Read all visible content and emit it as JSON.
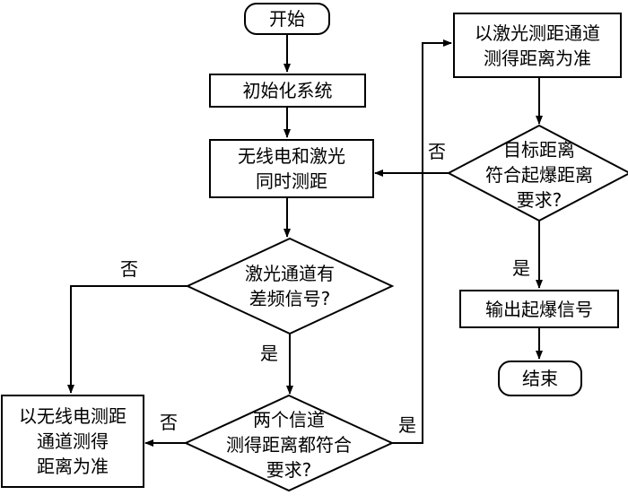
{
  "nodes": {
    "start": "开始",
    "init": "初始化系统",
    "measure": "无线电和激光\n同时测距",
    "laser_signal_q": "激光通道有\n差频信号?",
    "radio_result": "以无线电测距\n通道测得\n距离为准",
    "both_ok_q": "两个信道\n测得距离都符合\n要求?",
    "laser_result": "以激光测距通道\n测得距离为准",
    "target_q": "目标距离\n符合起爆距离\n要求?",
    "output": "输出起爆信号",
    "end": "结束"
  },
  "edges": {
    "no_laser_signal": "否",
    "yes_laser_signal": "是",
    "no_both_ok": "否",
    "yes_both_ok": "是",
    "no_target": "否",
    "yes_target": "是"
  },
  "colors": {
    "line": "#000000",
    "fill": "#ffffff"
  }
}
